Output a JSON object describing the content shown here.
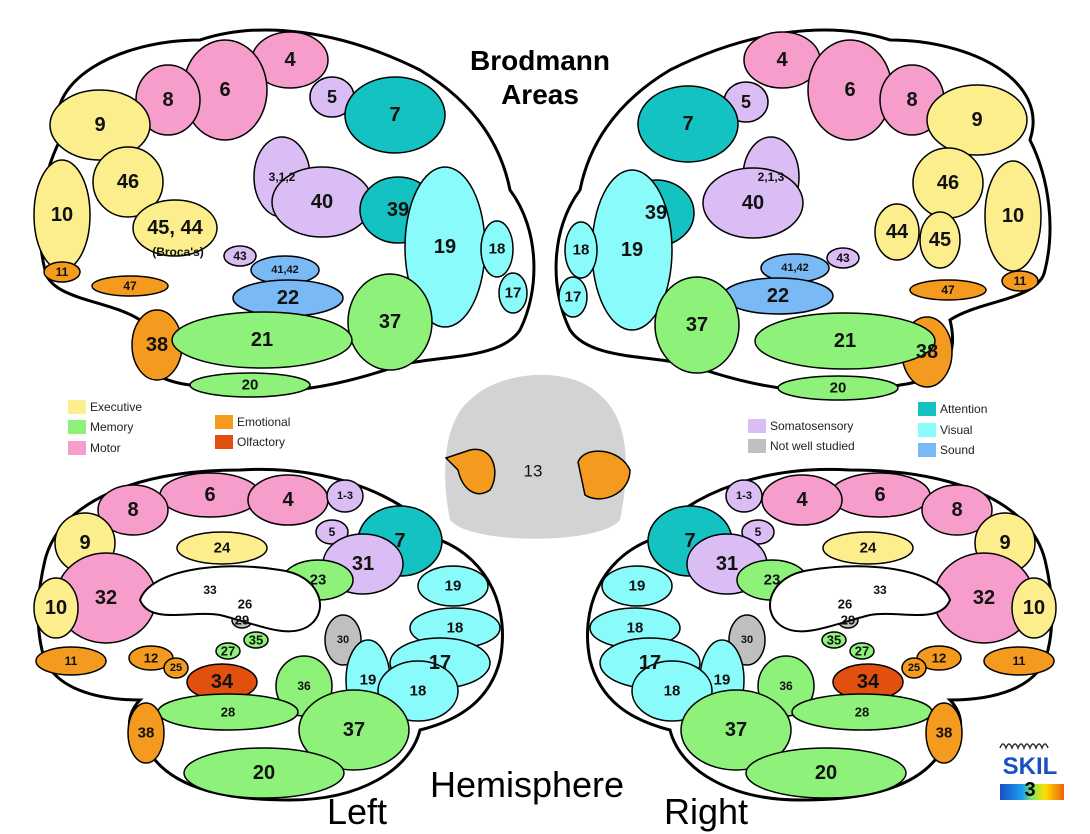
{
  "title": {
    "line1": "Brodmann",
    "line2": "Areas"
  },
  "footer": {
    "hemisphere": "Hemisphere",
    "left": "Left",
    "right": "Right"
  },
  "center": {
    "label": "13"
  },
  "logo": {
    "text": "SKIL",
    "number": "3"
  },
  "colors": {
    "executive": "#fcee8c",
    "memory": "#8ef27a",
    "motor": "#f79dcc",
    "emotional": "#f49b1f",
    "olfactory": "#e2500f",
    "somatosensory": "#dbbdf6",
    "unstudied": "#bfbfbf",
    "attention": "#14c2c2",
    "visual": "#8afbfb",
    "sound": "#79b9f5"
  },
  "legend_left": [
    {
      "label": "Executive",
      "cat": "executive"
    },
    {
      "label": "Memory",
      "cat": "memory"
    },
    {
      "label": "Motor",
      "cat": "motor"
    },
    {
      "label": "Emotional",
      "cat": "emotional"
    },
    {
      "label": "Olfactory",
      "cat": "olfactory"
    }
  ],
  "legend_right": [
    {
      "label": "Somatosensory",
      "cat": "somatosensory"
    },
    {
      "label": "Not well studied",
      "cat": "unstudied"
    },
    {
      "label": "Attention",
      "cat": "attention"
    },
    {
      "label": "Visual",
      "cat": "visual"
    },
    {
      "label": "Sound",
      "cat": "sound"
    }
  ],
  "top_left_areas": [
    {
      "label": "4",
      "cat": "motor"
    },
    {
      "label": "6",
      "cat": "motor"
    },
    {
      "label": "8",
      "cat": "motor"
    },
    {
      "label": "9",
      "cat": "executive"
    },
    {
      "label": "10",
      "cat": "executive"
    },
    {
      "label": "46",
      "cat": "executive"
    },
    {
      "label": "45, 44",
      "cat": "executive"
    },
    {
      "label": "(Broca's)",
      "cat": "executive"
    },
    {
      "label": "11",
      "cat": "emotional"
    },
    {
      "label": "47",
      "cat": "emotional"
    },
    {
      "label": "38",
      "cat": "emotional"
    },
    {
      "label": "5",
      "cat": "somatosensory"
    },
    {
      "label": "3,1,2",
      "cat": "somatosensory"
    },
    {
      "label": "40",
      "cat": "somatosensory"
    },
    {
      "label": "43",
      "cat": "somatosensory"
    },
    {
      "label": "41,42",
      "cat": "sound"
    },
    {
      "label": "22",
      "cat": "sound"
    },
    {
      "label": "7",
      "cat": "attention"
    },
    {
      "label": "39",
      "cat": "attention"
    },
    {
      "label": "19",
      "cat": "visual"
    },
    {
      "label": "18",
      "cat": "visual"
    },
    {
      "label": "17",
      "cat": "visual"
    },
    {
      "label": "37",
      "cat": "memory"
    },
    {
      "label": "21",
      "cat": "memory"
    },
    {
      "label": "20",
      "cat": "memory"
    }
  ],
  "top_right_areas": [
    {
      "label": "4",
      "cat": "motor"
    },
    {
      "label": "6",
      "cat": "motor"
    },
    {
      "label": "8",
      "cat": "motor"
    },
    {
      "label": "9",
      "cat": "executive"
    },
    {
      "label": "46",
      "cat": "executive"
    },
    {
      "label": "10",
      "cat": "executive"
    },
    {
      "label": "44",
      "cat": "executive"
    },
    {
      "label": "45",
      "cat": "executive"
    },
    {
      "label": "11",
      "cat": "emotional"
    },
    {
      "label": "47",
      "cat": "emotional"
    },
    {
      "label": "38",
      "cat": "emotional"
    },
    {
      "label": "5",
      "cat": "somatosensory"
    },
    {
      "label": "2,1,3",
      "cat": "somatosensory"
    },
    {
      "label": "40",
      "cat": "somatosensory"
    },
    {
      "label": "43",
      "cat": "somatosensory"
    },
    {
      "label": "41,42",
      "cat": "sound"
    },
    {
      "label": "22",
      "cat": "sound"
    },
    {
      "label": "7",
      "cat": "attention"
    },
    {
      "label": "39",
      "cat": "attention"
    },
    {
      "label": "19",
      "cat": "visual"
    },
    {
      "label": "18",
      "cat": "visual"
    },
    {
      "label": "17",
      "cat": "visual"
    },
    {
      "label": "37",
      "cat": "memory"
    },
    {
      "label": "21",
      "cat": "memory"
    },
    {
      "label": "20",
      "cat": "memory"
    }
  ],
  "bottom_left_areas": [
    {
      "label": "6",
      "cat": "motor"
    },
    {
      "label": "4",
      "cat": "motor"
    },
    {
      "label": "1-3",
      "cat": "somatosensory"
    },
    {
      "label": "8",
      "cat": "motor"
    },
    {
      "label": "5",
      "cat": "somatosensory"
    },
    {
      "label": "7",
      "cat": "attention"
    },
    {
      "label": "9",
      "cat": "executive"
    },
    {
      "label": "24",
      "cat": "executive"
    },
    {
      "label": "31",
      "cat": "somatosensory"
    },
    {
      "label": "33",
      "cat": "unstudied"
    },
    {
      "label": "32",
      "cat": "motor"
    },
    {
      "label": "10",
      "cat": "executive"
    },
    {
      "label": "23",
      "cat": "memory"
    },
    {
      "label": "26",
      "cat": "unstudied"
    },
    {
      "label": "29",
      "cat": "unstudied"
    },
    {
      "label": "30",
      "cat": "unstudied"
    },
    {
      "label": "19",
      "cat": "visual"
    },
    {
      "label": "18",
      "cat": "visual"
    },
    {
      "label": "17",
      "cat": "visual"
    },
    {
      "label": "35",
      "cat": "memory"
    },
    {
      "label": "27",
      "cat": "memory"
    },
    {
      "label": "11",
      "cat": "emotional"
    },
    {
      "label": "12",
      "cat": "emotional"
    },
    {
      "label": "25",
      "cat": "emotional"
    },
    {
      "label": "36",
      "cat": "memory"
    },
    {
      "label": "19",
      "cat": "visual"
    },
    {
      "label": "18",
      "cat": "visual"
    },
    {
      "label": "34",
      "cat": "olfactory"
    },
    {
      "label": "28",
      "cat": "memory"
    },
    {
      "label": "38",
      "cat": "emotional"
    },
    {
      "label": "37",
      "cat": "memory"
    },
    {
      "label": "20",
      "cat": "memory"
    }
  ],
  "bottom_right_areas": [
    {
      "label": "6",
      "cat": "motor"
    },
    {
      "label": "4",
      "cat": "motor"
    },
    {
      "label": "1-3",
      "cat": "somatosensory"
    },
    {
      "label": "8",
      "cat": "motor"
    },
    {
      "label": "5",
      "cat": "somatosensory"
    },
    {
      "label": "7",
      "cat": "attention"
    },
    {
      "label": "9",
      "cat": "executive"
    },
    {
      "label": "24",
      "cat": "executive"
    },
    {
      "label": "31",
      "cat": "somatosensory"
    },
    {
      "label": "33",
      "cat": "unstudied"
    },
    {
      "label": "32",
      "cat": "motor"
    },
    {
      "label": "10",
      "cat": "executive"
    },
    {
      "label": "23",
      "cat": "memory"
    },
    {
      "label": "26",
      "cat": "unstudied"
    },
    {
      "label": "29",
      "cat": "unstudied"
    },
    {
      "label": "30",
      "cat": "unstudied"
    },
    {
      "label": "19",
      "cat": "visual"
    },
    {
      "label": "18",
      "cat": "visual"
    },
    {
      "label": "17",
      "cat": "visual"
    },
    {
      "label": "35",
      "cat": "memory"
    },
    {
      "label": "27",
      "cat": "memory"
    },
    {
      "label": "11",
      "cat": "emotional"
    },
    {
      "label": "12",
      "cat": "emotional"
    },
    {
      "label": "25",
      "cat": "emotional"
    },
    {
      "label": "36",
      "cat": "memory"
    },
    {
      "label": "19",
      "cat": "visual"
    },
    {
      "label": "18",
      "cat": "visual"
    },
    {
      "label": "34",
      "cat": "olfactory"
    },
    {
      "label": "28",
      "cat": "memory"
    },
    {
      "label": "38",
      "cat": "emotional"
    },
    {
      "label": "37",
      "cat": "memory"
    },
    {
      "label": "20",
      "cat": "memory"
    }
  ]
}
